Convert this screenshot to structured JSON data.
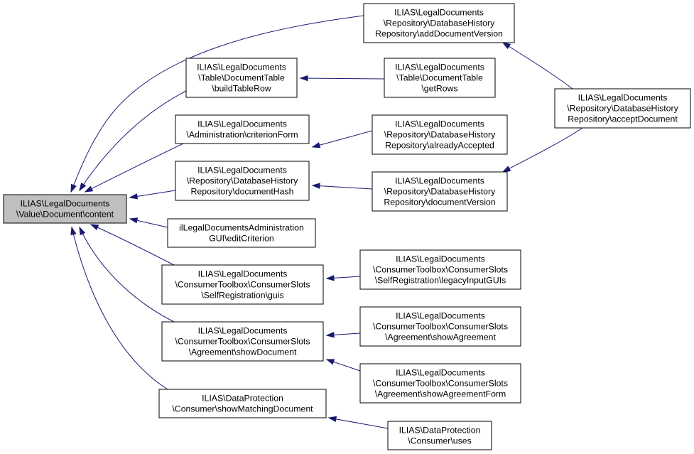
{
  "colors": {
    "edge": "#191970",
    "root_fill": "#bfbfbf",
    "node_fill": "#ffffff",
    "border": "#000000"
  },
  "nodes": {
    "content": [
      "ILIAS\\LegalDocuments",
      "\\Value\\Document\\content"
    ],
    "buildTableRow": [
      "ILIAS\\LegalDocuments",
      "\\Table\\DocumentTable",
      "\\buildTableRow"
    ],
    "criterionForm": [
      "ILIAS\\LegalDocuments",
      "\\Administration\\criterionForm"
    ],
    "documentHash": [
      "ILIAS\\LegalDocuments",
      "\\Repository\\DatabaseHistory",
      "Repository\\documentHash"
    ],
    "editCriterion": [
      "ilLegalDocumentsAdministration",
      "GUI\\editCriterion"
    ],
    "guis": [
      "ILIAS\\LegalDocuments",
      "\\ConsumerToolbox\\ConsumerSlots",
      "\\SelfRegistration\\guis"
    ],
    "showDocument": [
      "ILIAS\\LegalDocuments",
      "\\ConsumerToolbox\\ConsumerSlots",
      "\\Agreement\\showDocument"
    ],
    "showMatchingDocument": [
      "ILIAS\\DataProtection",
      "\\Consumer\\showMatchingDocument"
    ],
    "addDocumentVersion": [
      "ILIAS\\LegalDocuments",
      "\\Repository\\DatabaseHistory",
      "Repository\\addDocumentVersion"
    ],
    "getRows": [
      "ILIAS\\LegalDocuments",
      "\\Table\\DocumentTable",
      "\\getRows"
    ],
    "alreadyAccepted": [
      "ILIAS\\LegalDocuments",
      "\\Repository\\DatabaseHistory",
      "Repository\\alreadyAccepted"
    ],
    "documentVersion": [
      "ILIAS\\LegalDocuments",
      "\\Repository\\DatabaseHistory",
      "Repository\\documentVersion"
    ],
    "legacyInputGUIs": [
      "ILIAS\\LegalDocuments",
      "\\ConsumerToolbox\\ConsumerSlots",
      "\\SelfRegistration\\legacyInputGUIs"
    ],
    "showAgreement": [
      "ILIAS\\LegalDocuments",
      "\\ConsumerToolbox\\ConsumerSlots",
      "\\Agreement\\showAgreement"
    ],
    "showAgreementForm": [
      "ILIAS\\LegalDocuments",
      "\\ConsumerToolbox\\ConsumerSlots",
      "\\Agreement\\showAgreementForm"
    ],
    "uses": [
      "ILIAS\\DataProtection",
      "\\Consumer\\uses"
    ],
    "acceptDocument": [
      "ILIAS\\LegalDocuments",
      "\\Repository\\DatabaseHistory",
      "Repository\\acceptDocument"
    ]
  },
  "edges": [
    [
      "addDocumentVersion",
      "content"
    ],
    [
      "buildTableRow",
      "content"
    ],
    [
      "criterionForm",
      "content"
    ],
    [
      "documentHash",
      "content"
    ],
    [
      "editCriterion",
      "content"
    ],
    [
      "guis",
      "content"
    ],
    [
      "showDocument",
      "content"
    ],
    [
      "showMatchingDocument",
      "content"
    ],
    [
      "getRows",
      "buildTableRow"
    ],
    [
      "alreadyAccepted",
      "documentHash"
    ],
    [
      "documentVersion",
      "documentHash"
    ],
    [
      "legacyInputGUIs",
      "guis"
    ],
    [
      "showAgreement",
      "showDocument"
    ],
    [
      "showAgreementForm",
      "showDocument"
    ],
    [
      "uses",
      "showMatchingDocument"
    ],
    [
      "acceptDocument",
      "addDocumentVersion"
    ],
    [
      "acceptDocument",
      "documentVersion"
    ]
  ]
}
